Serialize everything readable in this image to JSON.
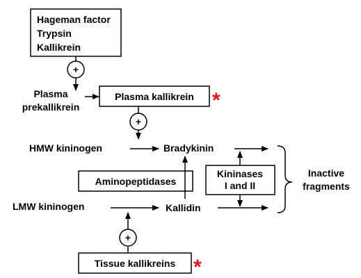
{
  "activators": {
    "line1": "Hageman factor",
    "line2": "Trypsin",
    "line3": "Kallikrein"
  },
  "plus_symbol": "+",
  "plasma_prekallikrein": {
    "line1": "Plasma",
    "line2": "prekallikrein"
  },
  "plasma_kallikrein": "Plasma kallikrein",
  "hmw_kininogen": "HMW kininogen",
  "bradykinin": "Bradykinin",
  "aminopeptidases": "Aminopeptidases",
  "kininases": {
    "line1": "Kininases",
    "line2": "I and II"
  },
  "inactive_fragments": {
    "line1": "Inactive",
    "line2": "fragments"
  },
  "lmw_kininogen": "LMW kininogen",
  "kallidin": "Kallidin",
  "tissue_kallikreins": "Tissue kallikreins",
  "star_symbol": "*",
  "colors": {
    "star": "#e8141b",
    "lines": "#000000"
  }
}
